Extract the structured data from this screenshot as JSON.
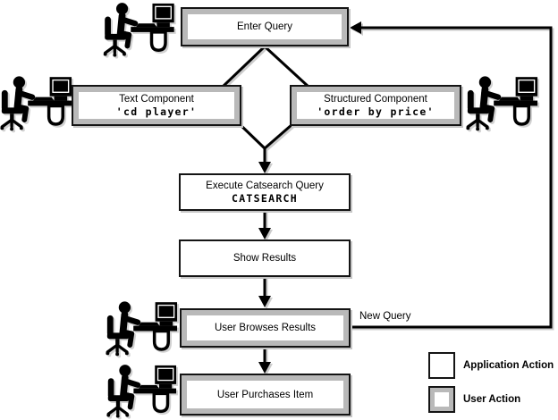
{
  "diagram": {
    "nodes": {
      "enter_query": {
        "label": "Enter Query",
        "type": "user-action"
      },
      "text_component": {
        "label": "Text Component",
        "code": "'cd player'",
        "type": "user-action"
      },
      "structured_component": {
        "label": "Structured Component",
        "code": "'order by price'",
        "type": "user-action"
      },
      "execute_query": {
        "label": "Execute Catsearch Query",
        "code": "CATSEARCH",
        "type": "application-action"
      },
      "show_results": {
        "label": "Show Results",
        "type": "application-action"
      },
      "user_browses": {
        "label": "User Browses Results",
        "type": "user-action"
      },
      "user_purchases": {
        "label": "User Purchases Item",
        "type": "user-action"
      }
    },
    "edges": {
      "new_query_label": "New Query"
    },
    "legend": {
      "application_label": "Application Action",
      "user_label": "User Action"
    },
    "icons": {
      "person": "person-at-computer-icon"
    },
    "colors": {
      "user_action_gray": "#b9b9b9",
      "box_border": "#141414",
      "line": "#000000",
      "background": "#ffffff"
    }
  }
}
